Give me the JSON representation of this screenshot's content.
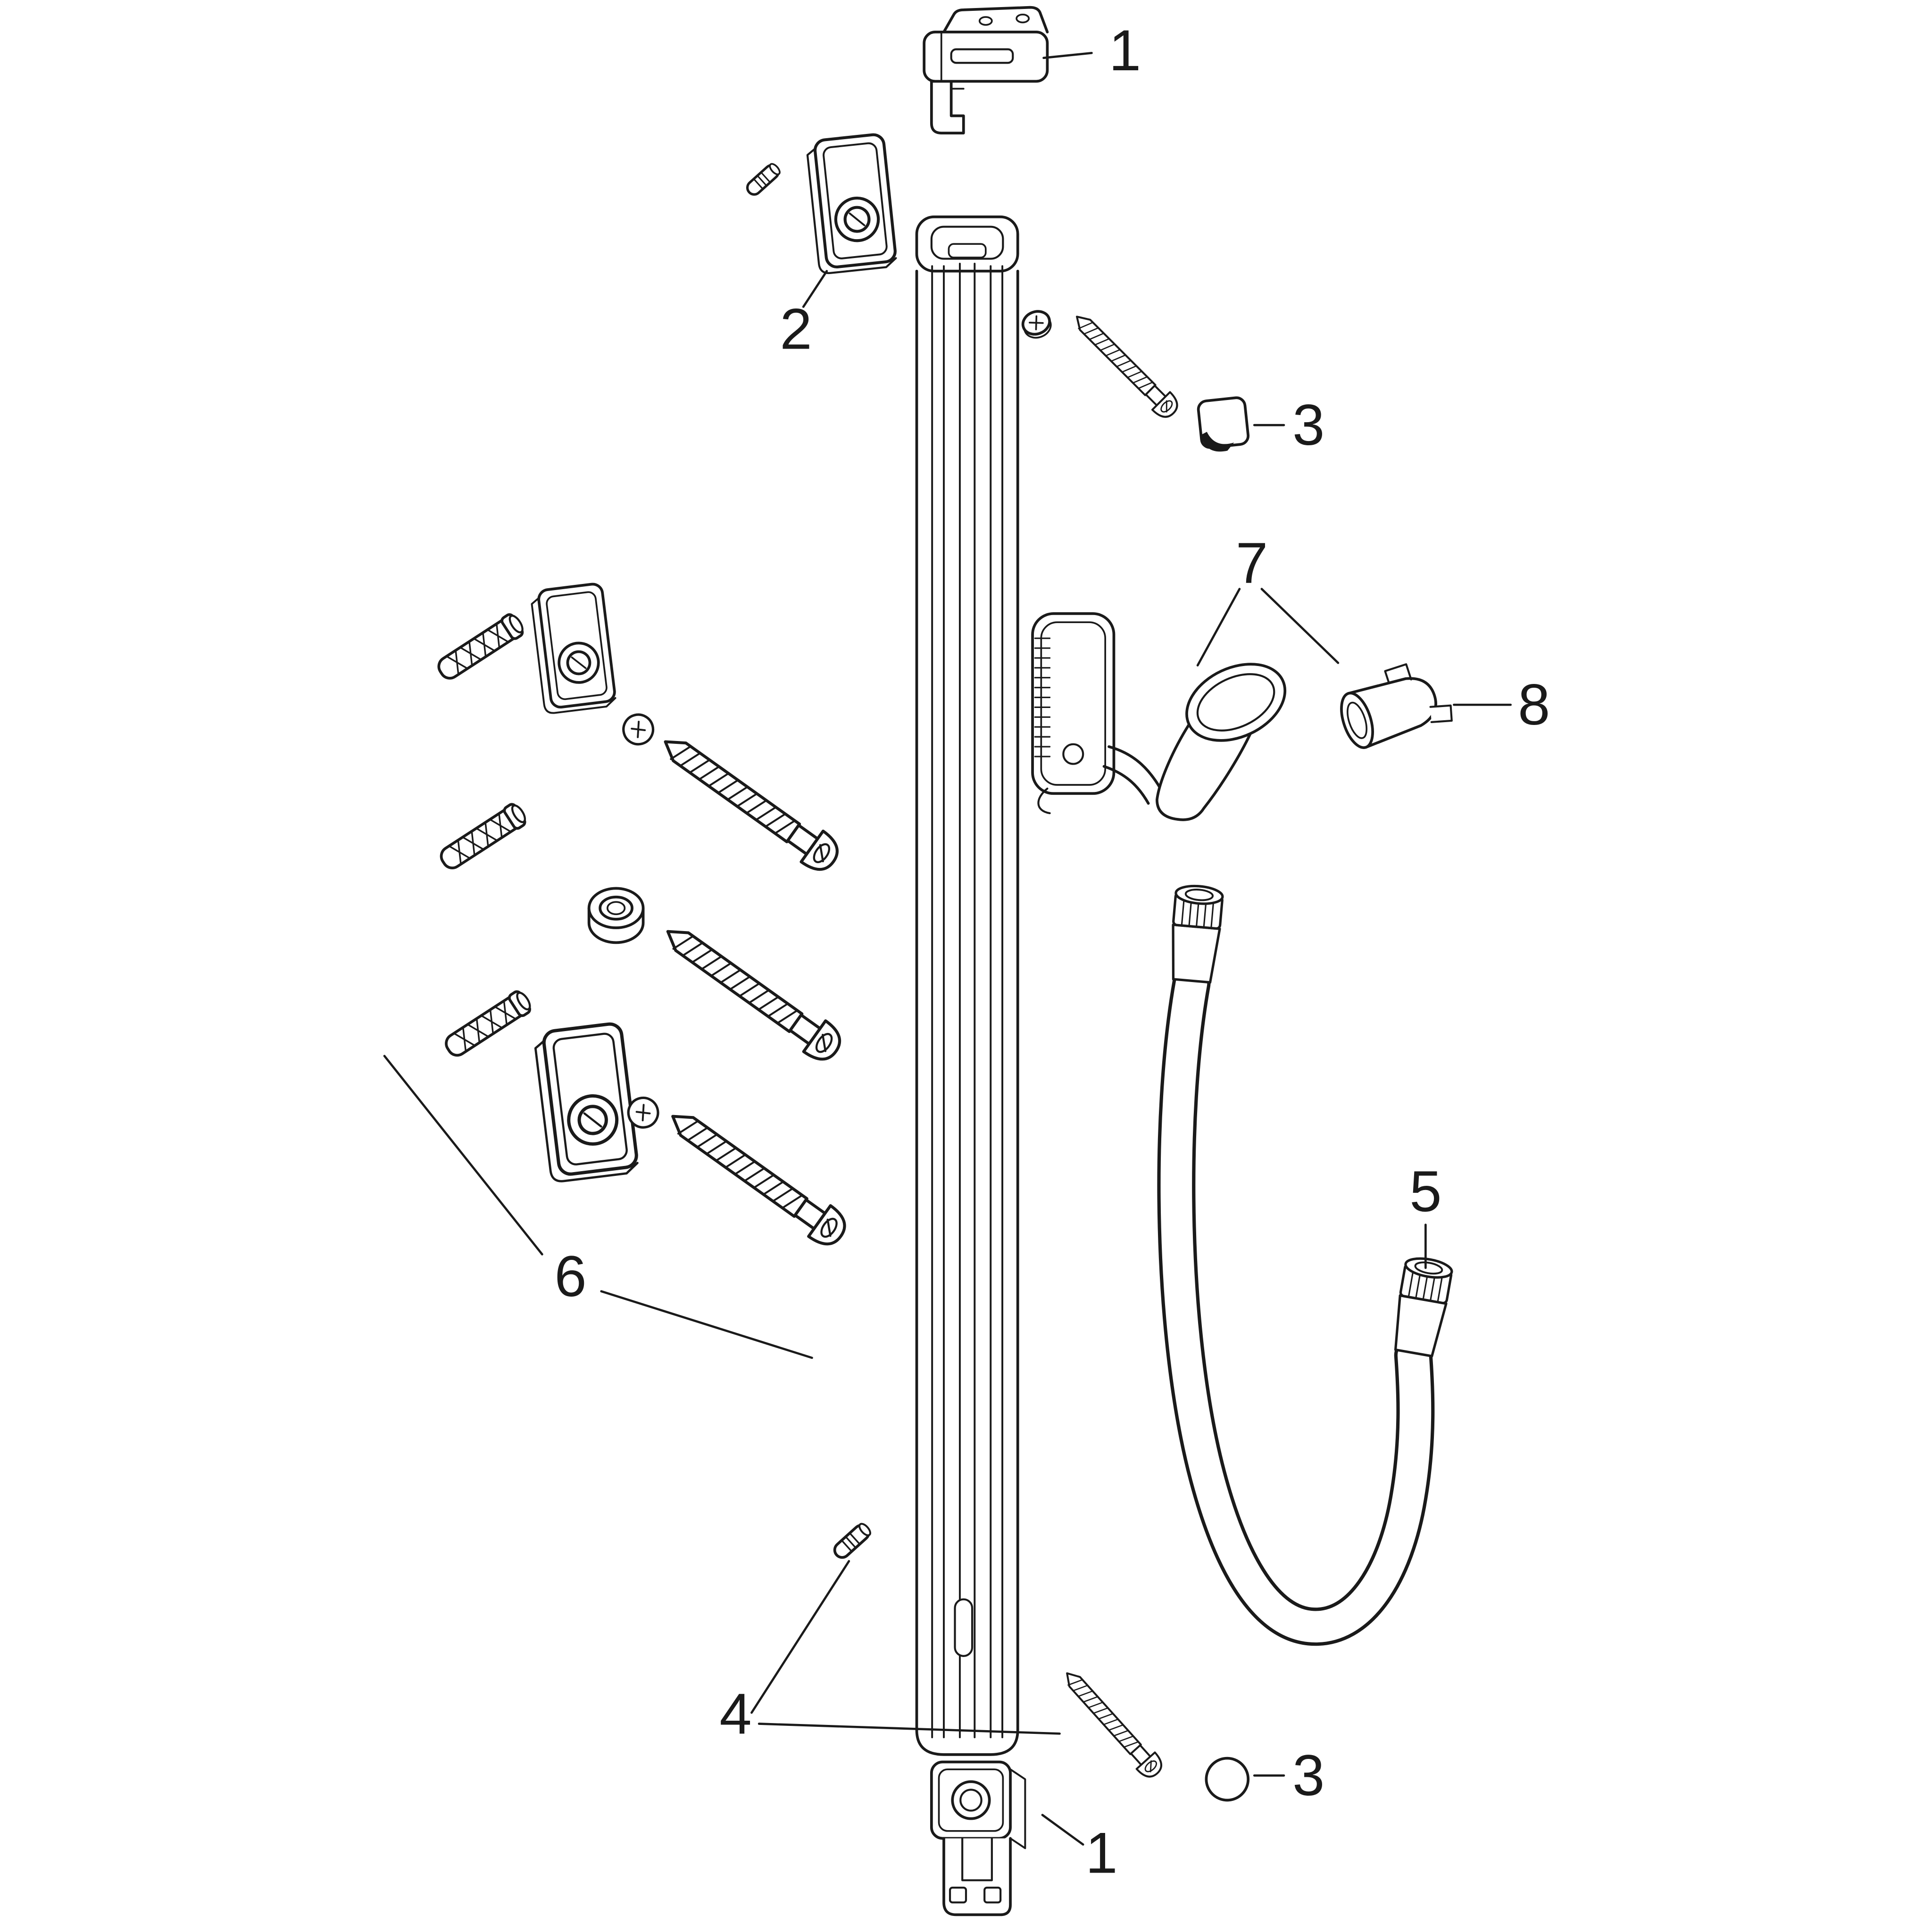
{
  "diagram": {
    "type": "exploded-parts-diagram",
    "background_color": "#ffffff",
    "line_color": "#1a1a1a",
    "callouts": [
      {
        "part": "top-wall-bracket",
        "text": "1"
      },
      {
        "part": "mounting-plate",
        "text": "2"
      },
      {
        "part": "screw-with-cap-upper",
        "text": "3"
      },
      {
        "part": "slider-with-holder",
        "text": "7"
      },
      {
        "part": "holder-insert",
        "text": "8"
      },
      {
        "part": "fixing-material-set",
        "text": "6"
      },
      {
        "part": "shower-hose",
        "text": "5"
      },
      {
        "part": "dowel-pin",
        "text": "4"
      },
      {
        "part": "screw-with-cap-lower",
        "text": "3"
      },
      {
        "part": "bottom-wall-bracket",
        "text": "1"
      }
    ]
  }
}
